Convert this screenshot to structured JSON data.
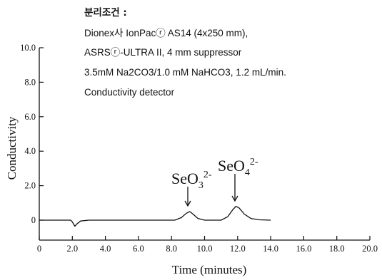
{
  "conditions": {
    "heading": "분리조건 :",
    "lines": [
      "Dionex사 IonPacⓡ AS14 (4x250 mm),",
      "ASRSⓡ-ULTRA II, 4 mm suppressor",
      "3.5mM Na2CO3/1.0 mM NaHCO3,  1.2 mL/min.",
      "Conductivity detector"
    ]
  },
  "chart_data": {
    "type": "line",
    "title": "",
    "xlabel": "Time (minutes)",
    "ylabel": "Conductivity",
    "xlim": [
      0,
      20
    ],
    "ylim": [
      0,
      10
    ],
    "x_ticks": [
      "0",
      "2.0",
      "4.0",
      "6.0",
      "8.0",
      "10.0",
      "12.0",
      "14.0",
      "16.0",
      "18.0",
      "20.0"
    ],
    "y_ticks": [
      "0",
      "2.0",
      "4.0",
      "6.0",
      "8.0",
      "10.0"
    ],
    "grid": false,
    "series": [
      {
        "name": "",
        "x": [
          0,
          1.9,
          2.0,
          2.15,
          2.3,
          2.5,
          3.0,
          8.2,
          8.6,
          8.9,
          9.1,
          9.3,
          9.6,
          10.0,
          11.0,
          11.4,
          11.7,
          11.9,
          12.1,
          12.4,
          12.8,
          13.3,
          14.0
        ],
        "values": [
          0,
          0,
          -0.1,
          -0.35,
          -0.2,
          -0.05,
          0,
          0,
          0.15,
          0.4,
          0.5,
          0.35,
          0.1,
          0,
          0,
          0.2,
          0.6,
          0.8,
          0.7,
          0.35,
          0.1,
          0.02,
          0
        ]
      }
    ],
    "peaks": [
      {
        "species": "SeO",
        "sub": "3",
        "sup": "2-",
        "x": 9.1
      },
      {
        "species": "SeO",
        "sub": "4",
        "sup": "2-",
        "x": 11.9
      }
    ]
  }
}
